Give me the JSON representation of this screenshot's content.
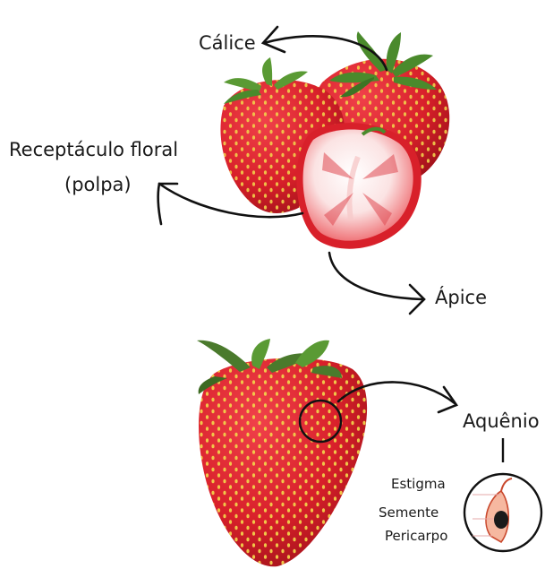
{
  "labels": {
    "calice": "Cálice",
    "receptaculo_line1": "Receptáculo floral",
    "receptaculo_line2": "(polpa)",
    "apice": "Ápice",
    "aquenio": "Aquênio",
    "estigma": "Estigma",
    "semente": "Semente",
    "pericarpo": "Pericarpo"
  },
  "colors": {
    "strawberry_red": "#d8202a",
    "strawberry_dark": "#a3121b",
    "cut_flesh": "#f9dede",
    "leaf_green": "#4a8a2c",
    "seed_yellow": "#f1cf4a",
    "arrow_black": "#111111",
    "achene_detail": "#c9482d"
  }
}
